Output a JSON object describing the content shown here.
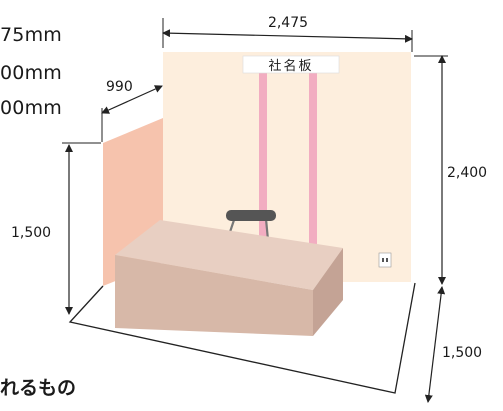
{
  "specs": [
    {
      "value": "75",
      "unit": "mm"
    },
    {
      "value": "00",
      "unit": "mm"
    },
    {
      "value": "00",
      "unit": "mm"
    }
  ],
  "dimensions": {
    "width_top": "2,475",
    "depth_side": "990",
    "height_back": "2,400",
    "height_side": "1,500",
    "depth_floor": "1,500"
  },
  "company_sign": "社名板",
  "caption": "れるもの",
  "colors": {
    "back_wall": "#fdeedd",
    "side_wall": "#f6c3ad",
    "pillar": "#f2adc1",
    "counter_top": "#e8cfc2",
    "counter_front": "#d7b8a8",
    "counter_side": "#c4a395",
    "chair": "#555555",
    "line": "#222222"
  }
}
